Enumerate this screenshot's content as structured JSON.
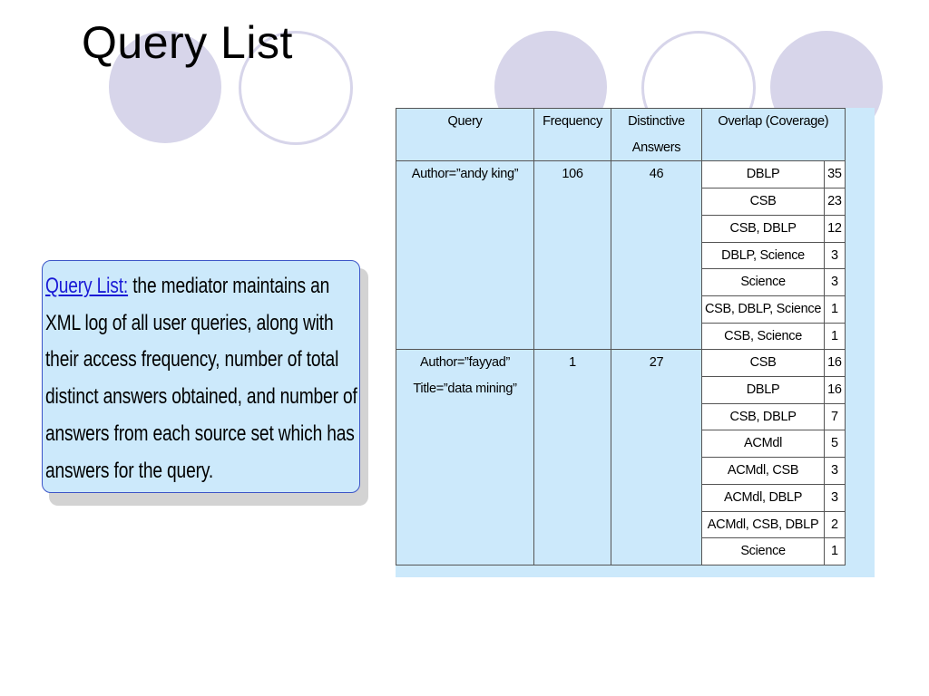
{
  "slide": {
    "title": "Query List"
  },
  "callout": {
    "term": "Query List:",
    "text": " the mediator maintains an XML log of all user queries, along with their access frequency, number of total distinct answers obtained, and number of answers from each source set which has answers for the query."
  },
  "table": {
    "headers": {
      "query": "Query",
      "frequency": "Frequency",
      "distinctive_1": "Distinctive",
      "distinctive_2": "Answers",
      "overlap": "Overlap (Coverage)"
    },
    "queries": [
      {
        "query_lines": [
          "Author=”andy king”"
        ],
        "frequency": "106",
        "distinctive": "46",
        "overlap": [
          {
            "source": "DBLP",
            "count": "35"
          },
          {
            "source": "CSB",
            "count": "23"
          },
          {
            "source": "CSB, DBLP",
            "count": "12"
          },
          {
            "source": "DBLP, Science",
            "count": "3"
          },
          {
            "source": "Science",
            "count": "3"
          },
          {
            "source": "CSB, DBLP, Science",
            "count": "1"
          },
          {
            "source": "CSB, Science",
            "count": "1"
          }
        ]
      },
      {
        "query_lines": [
          "Author=”fayyad”",
          "Title=”data mining”"
        ],
        "frequency": "1",
        "distinctive": "27",
        "overlap": [
          {
            "source": "CSB",
            "count": "16"
          },
          {
            "source": "DBLP",
            "count": "16"
          },
          {
            "source": "CSB, DBLP",
            "count": "7"
          },
          {
            "source": "ACMdl",
            "count": "5"
          },
          {
            "source": "ACMdl, CSB",
            "count": "3"
          },
          {
            "source": "ACMdl, DBLP",
            "count": "3"
          },
          {
            "source": "ACMdl, CSB, DBLP",
            "count": "2"
          },
          {
            "source": "Science",
            "count": "1"
          }
        ]
      }
    ]
  }
}
